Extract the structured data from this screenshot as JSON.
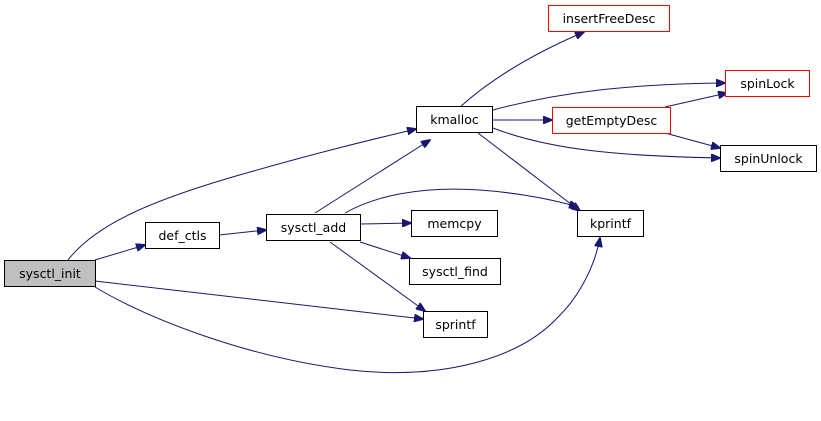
{
  "colors": {
    "edge": "#191970",
    "node_border_default": "#000000",
    "node_border_external": "#ff0000",
    "node_fill_default": "#ffffff",
    "node_fill_root": "#bfbfbf"
  },
  "nodes": {
    "sysctl_init": "sysctl_init",
    "def_ctls": "def_ctls",
    "sysctl_add": "sysctl_add",
    "kmalloc": "kmalloc",
    "insertFreeDesc": "insertFreeDesc",
    "spinLock": "spinLock",
    "getEmptyDesc": "getEmptyDesc",
    "spinUnlock": "spinUnlock",
    "kprintf": "kprintf",
    "memcpy": "memcpy",
    "sysctl_find": "sysctl_find",
    "sprintf": "sprintf"
  }
}
